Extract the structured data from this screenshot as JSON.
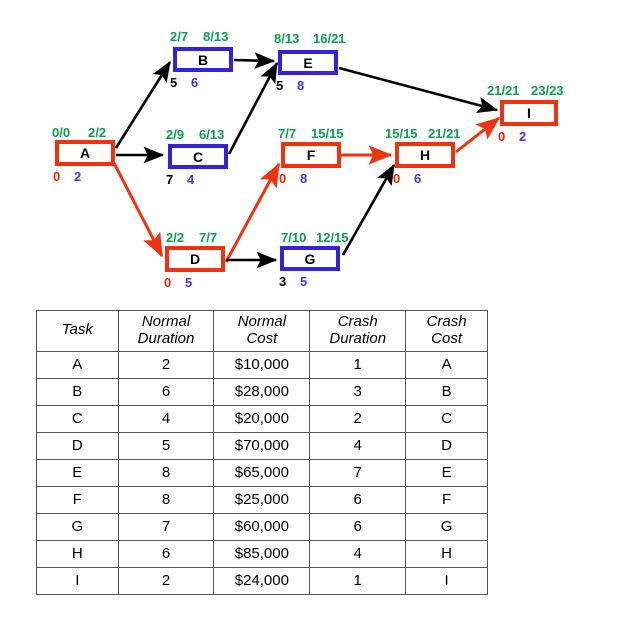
{
  "diagram": {
    "title": "Project network diagram with crashing data",
    "colors": {
      "critical_red": "#ee3311",
      "noncritical_blue": "#3322dd",
      "time_green": "#0a9f4f",
      "black": "#000000"
    },
    "nodes": [
      {
        "id": "A",
        "label": "A",
        "style": "red",
        "es_ls": "0/0",
        "ef_lf": "2/2",
        "slack": "0",
        "duration": "2",
        "slack_color": "red"
      },
      {
        "id": "B",
        "label": "B",
        "style": "blue",
        "es_ls": "2/7",
        "ef_lf": "8/13",
        "slack": "5",
        "duration": "6",
        "slack_color": "black"
      },
      {
        "id": "C",
        "label": "C",
        "style": "blue",
        "es_ls": "2/9",
        "ef_lf": "6/13",
        "slack": "7",
        "duration": "4",
        "slack_color": "black"
      },
      {
        "id": "D",
        "label": "D",
        "style": "red",
        "es_ls": "2/2",
        "ef_lf": "7/7",
        "slack": "0",
        "duration": "5",
        "slack_color": "red"
      },
      {
        "id": "E",
        "label": "E",
        "style": "blue",
        "es_ls": "8/13",
        "ef_lf": "16/21",
        "slack": "5",
        "duration": "8",
        "slack_color": "black"
      },
      {
        "id": "F",
        "label": "F",
        "style": "red",
        "es_ls": "7/7",
        "ef_lf": "15/15",
        "slack": "0",
        "duration": "8",
        "slack_color": "red"
      },
      {
        "id": "G",
        "label": "G",
        "style": "blue",
        "es_ls": "7/10",
        "ef_lf": "12/15",
        "slack": "3",
        "duration": "5",
        "slack_color": "black"
      },
      {
        "id": "H",
        "label": "H",
        "style": "red",
        "es_ls": "15/15",
        "ef_lf": "21/21",
        "slack": "0",
        "duration": "6",
        "slack_color": "red"
      },
      {
        "id": "I",
        "label": "I",
        "style": "red",
        "es_ls": "21/21",
        "ef_lf": "23/23",
        "slack": "0",
        "duration": "2",
        "slack_color": "red"
      }
    ],
    "edges": [
      {
        "from": "A",
        "to": "B",
        "color": "black"
      },
      {
        "from": "A",
        "to": "C",
        "color": "black"
      },
      {
        "from": "A",
        "to": "D",
        "color": "red"
      },
      {
        "from": "B",
        "to": "E",
        "color": "black"
      },
      {
        "from": "C",
        "to": "E",
        "color": "black"
      },
      {
        "from": "D",
        "to": "F",
        "color": "red"
      },
      {
        "from": "D",
        "to": "G",
        "color": "black"
      },
      {
        "from": "E",
        "to": "I",
        "color": "black"
      },
      {
        "from": "F",
        "to": "H",
        "color": "red"
      },
      {
        "from": "G",
        "to": "H",
        "color": "black"
      },
      {
        "from": "H",
        "to": "I",
        "color": "red"
      }
    ]
  },
  "table": {
    "headers": [
      {
        "line1": "Task",
        "line2": ""
      },
      {
        "line1": "Normal",
        "line2": "Duration"
      },
      {
        "line1": "Normal",
        "line2": "Cost"
      },
      {
        "line1": "Crash",
        "line2": "Duration"
      },
      {
        "line1": "Crash",
        "line2": "Cost"
      }
    ],
    "rows": [
      {
        "task": "A",
        "normal_duration": "2",
        "normal_cost": "$10,000",
        "crash_duration": "1",
        "crash_cost": "A"
      },
      {
        "task": "B",
        "normal_duration": "6",
        "normal_cost": "$28,000",
        "crash_duration": "3",
        "crash_cost": "B"
      },
      {
        "task": "C",
        "normal_duration": "4",
        "normal_cost": "$20,000",
        "crash_duration": "2",
        "crash_cost": "C"
      },
      {
        "task": "D",
        "normal_duration": "5",
        "normal_cost": "$70,000",
        "crash_duration": "4",
        "crash_cost": "D"
      },
      {
        "task": "E",
        "normal_duration": "8",
        "normal_cost": "$65,000",
        "crash_duration": "7",
        "crash_cost": "E"
      },
      {
        "task": "F",
        "normal_duration": "8",
        "normal_cost": "$25,000",
        "crash_duration": "6",
        "crash_cost": "F"
      },
      {
        "task": "G",
        "normal_duration": "7",
        "normal_cost": "$60,000",
        "crash_duration": "6",
        "crash_cost": "G"
      },
      {
        "task": "H",
        "normal_duration": "6",
        "normal_cost": "$85,000",
        "crash_duration": "4",
        "crash_cost": "H"
      },
      {
        "task": "I",
        "normal_duration": "2",
        "normal_cost": "$24,000",
        "crash_duration": "1",
        "crash_cost": "I"
      }
    ]
  }
}
